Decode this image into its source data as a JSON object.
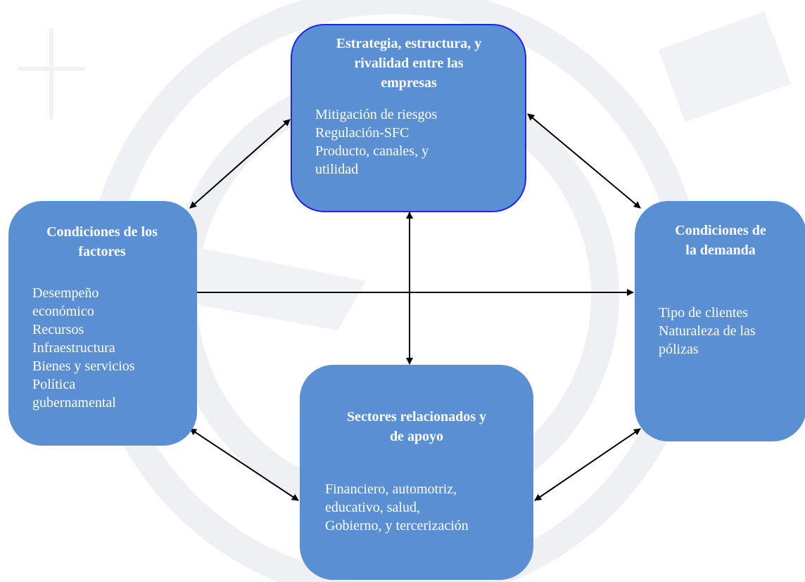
{
  "diagram": {
    "top": {
      "title": "Estrategia, estructura, y\nrivalidad entre las\nempresas",
      "items": [
        "Mitigación de riesgos",
        "Regulación-SFC",
        "Producto, canales, y",
        "utilidad"
      ]
    },
    "left": {
      "title": "Condiciones de los\nfactores",
      "items": [
        "Desempeño",
        "económico",
        "Recursos",
        "Infraestructura",
        "Bienes y servicios",
        "Política",
        "gubernamental"
      ]
    },
    "right": {
      "title": "Condiciones de\nla demanda",
      "items": [
        "Tipo de clientes",
        "Naturaleza de las",
        "pólizas"
      ]
    },
    "bottom": {
      "title": "Sectores relacionados y\nde apoyo",
      "items": [
        "Financiero, automotriz,",
        "educativo, salud,",
        "Gobierno, y tercerización"
      ]
    }
  },
  "colors": {
    "box_fill": "#5b8fd3",
    "box_text": "#ffffff",
    "top_border": "#2222ee",
    "arrow": "#000000"
  }
}
